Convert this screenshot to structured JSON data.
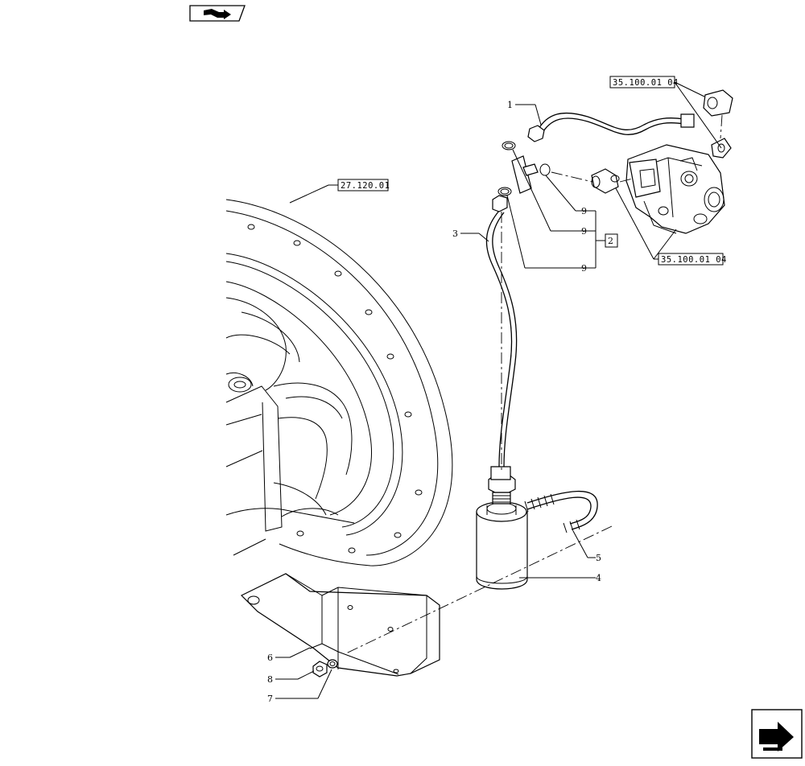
{
  "refs": {
    "wheel_ref": "27.120.01",
    "valve_ref_top": "35.100.01 04",
    "valve_ref_bottom": "35.100.01 04",
    "kit_ref": "2"
  },
  "callouts": {
    "c1": "1",
    "c3": "3",
    "c4": "4",
    "c5": "5",
    "c6": "6",
    "c7": "7",
    "c8": "8",
    "c9a": "9",
    "c9b": "9",
    "c9c": "9"
  },
  "icons": {
    "top": "book-return-icon",
    "bottom": "next-page-arrow-icon"
  }
}
